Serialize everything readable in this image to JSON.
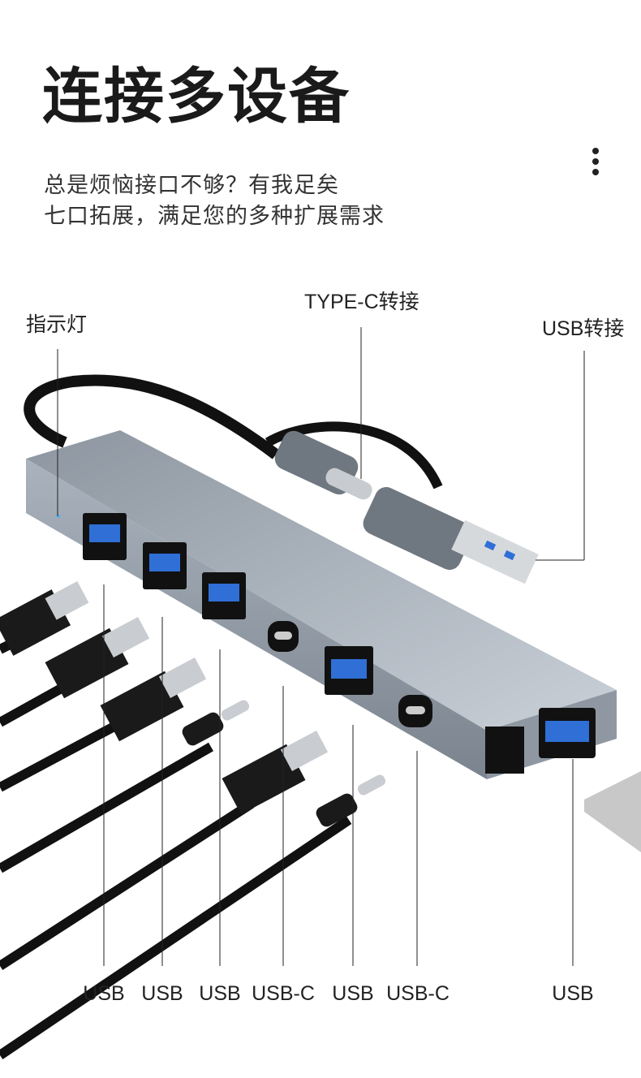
{
  "title": "连接多设备",
  "subtitle": [
    "总是烦恼接口不够？有我足矣",
    "七口拓展，满足您的多种扩展需求"
  ],
  "menu_icon": "more-vertical-icon",
  "callouts": {
    "indicator": "指示灯",
    "typec": "TYPE-C转接",
    "usb": "USB转接"
  },
  "ports": [
    "USB",
    "USB",
    "USB",
    "USB-C",
    "USB",
    "USB-C",
    "USB"
  ],
  "colors": {
    "port_blue": "#2f6fd6",
    "hub": "#9aa3ad",
    "cable": "#111111"
  }
}
